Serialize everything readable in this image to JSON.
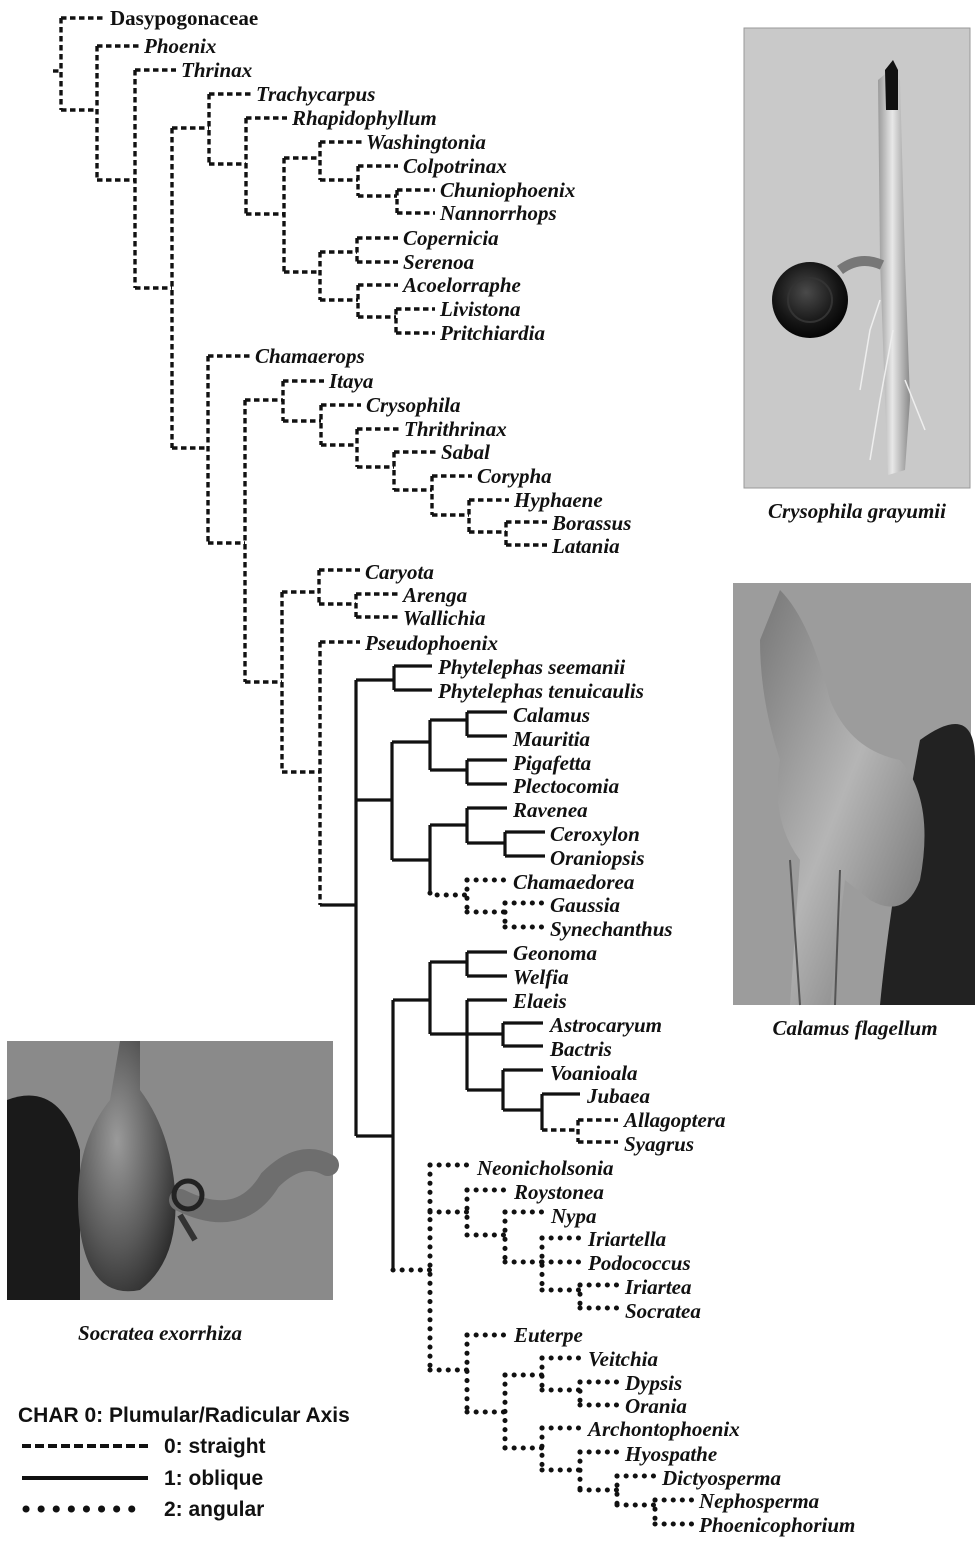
{
  "taxa": {
    "dasypogonaceae": "Dasypogonaceae",
    "phoenix": "Phoenix",
    "thrinax": "Thrinax",
    "trachycarpus": "Trachycarpus",
    "rhapidophyllum": "Rhapidophyllum",
    "washingtonia": "Washingtonia",
    "colpotrinax": "Colpotrinax",
    "chuniophoenix": "Chuniophoenix",
    "nannorrhops": "Nannorrhops",
    "copernicia": "Copernicia",
    "serenoa": "Serenoa",
    "acoelorraphe": "Acoelorraphe",
    "livistona": "Livistona",
    "pritchiardia": "Pritchiardia",
    "chamaerops": "Chamaerops",
    "itaya": "Itaya",
    "crysophila": "Crysophila",
    "thrithrinax": "Thrithrinax",
    "sabal": "Sabal",
    "corypha": "Corypha",
    "hyphaene": "Hyphaene",
    "borassus": "Borassus",
    "latania": "Latania",
    "caryota": "Caryota",
    "arenga": "Arenga",
    "wallichia": "Wallichia",
    "pseudophoenix": "Pseudophoenix",
    "phytelephas_seemanii": "Phytelephas seemanii",
    "phytelephas_tenuicaulis": "Phytelephas tenuicaulis",
    "calamus": "Calamus",
    "mauritia": "Mauritia",
    "pigafetta": "Pigafetta",
    "plectocomia": "Plectocomia",
    "ravenea": "Ravenea",
    "ceroxylon": "Ceroxylon",
    "oraniopsis": "Oraniopsis",
    "chamaedorea": "Chamaedorea",
    "gaussia": "Gaussia",
    "synechanthus": "Synechanthus",
    "geonoma": "Geonoma",
    "welfia": "Welfia",
    "elaeis": "Elaeis",
    "astrocaryum": "Astrocaryum",
    "bactris": "Bactris",
    "voanioala": "Voanioala",
    "jubaea": "Jubaea",
    "allagoptera": "Allagoptera",
    "syagrus": "Syagrus",
    "neonicholsonia": "Neonicholsonia",
    "roystonea": "Roystonea",
    "nypa": "Nypa",
    "iriartella": "Iriartella",
    "podococcus": "Podococcus",
    "iriartea": "Iriartea",
    "socratea": "Socratea",
    "euterpe": "Euterpe",
    "veitchia": "Veitchia",
    "dypsis": "Dypsis",
    "orania": "Orania",
    "archontophoenix": "Archontophoenix",
    "hyospathe": "Hyospathe",
    "dictyosperma": "Dictyosperma",
    "nephosperma": "Nephosperma",
    "phoenicophorium": "Phoenicophorium"
  },
  "photos": {
    "crysophila": {
      "caption": "Crysophila grayumii"
    },
    "calamus": {
      "caption": "Calamus flagellum"
    },
    "socratea": {
      "caption": "Socratea exorrhiza"
    }
  },
  "legend": {
    "title": "CHAR 0: Plumular/Radicular Axis",
    "states": [
      {
        "label": "0: straight",
        "style": "dashed"
      },
      {
        "label": "1: oblique",
        "style": "solid"
      },
      {
        "label": "2: angular",
        "style": "dotted"
      }
    ]
  },
  "colors": {
    "ink": "#111111",
    "background": "#ffffff"
  }
}
